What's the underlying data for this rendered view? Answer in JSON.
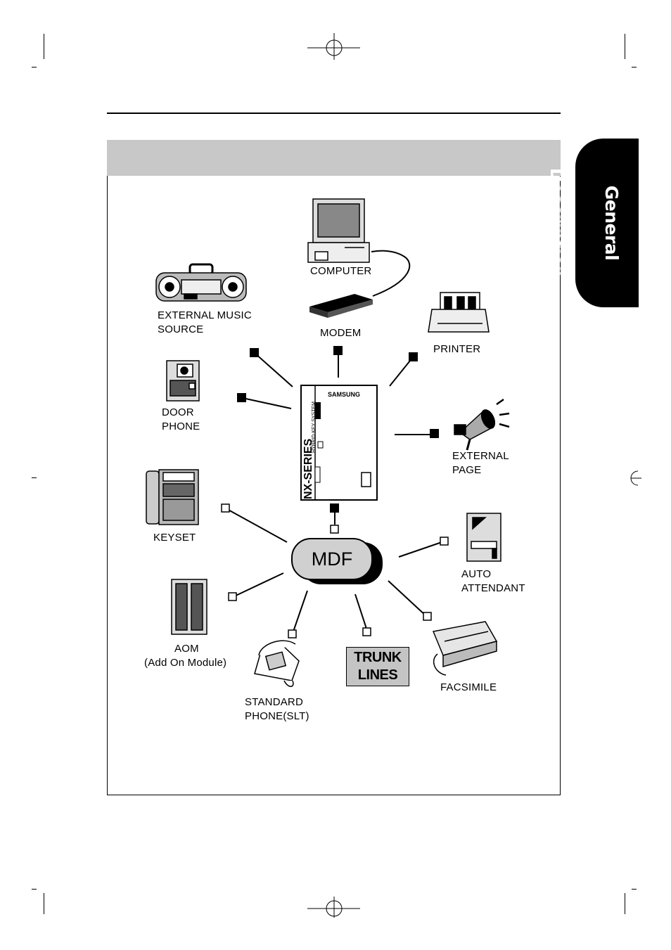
{
  "side_tab": {
    "text": "General Description"
  },
  "labels": {
    "computer": "COMPUTER",
    "modem": "MODEM",
    "printer": "PRINTER",
    "music_line1": "EXTERNAL MUSIC",
    "music_line2": "SOURCE",
    "door_line1": "DOOR",
    "door_line2": "PHONE",
    "page_line1": "EXTERNAL",
    "page_line2": "PAGE",
    "keyset": "KEYSET",
    "mdf": "MDF",
    "auto_line1": "AUTO",
    "auto_line2": "ATTENDANT",
    "aom_line1": "AOM",
    "aom_line2": "(Add On Module)",
    "slt_line1": "STANDARD",
    "slt_line2": "PHONE(SLT)",
    "trunk_line1": "TRUNK",
    "trunk_line2": "LINES",
    "facsimile": "FACSIMILE"
  },
  "cabinet": {
    "series": "NX-SERIES",
    "subtitle": "HYBRID KEY SYSTEM",
    "brand": "SAMSUNG"
  },
  "icons": [
    "computer-icon",
    "modem-icon",
    "printer-icon",
    "boombox-icon",
    "door-phone-icon",
    "megaphone-icon",
    "keyset-phone-icon",
    "aom-icon",
    "standard-phone-icon",
    "auto-attendant-icon",
    "fax-icon",
    "cabinet-icon"
  ]
}
